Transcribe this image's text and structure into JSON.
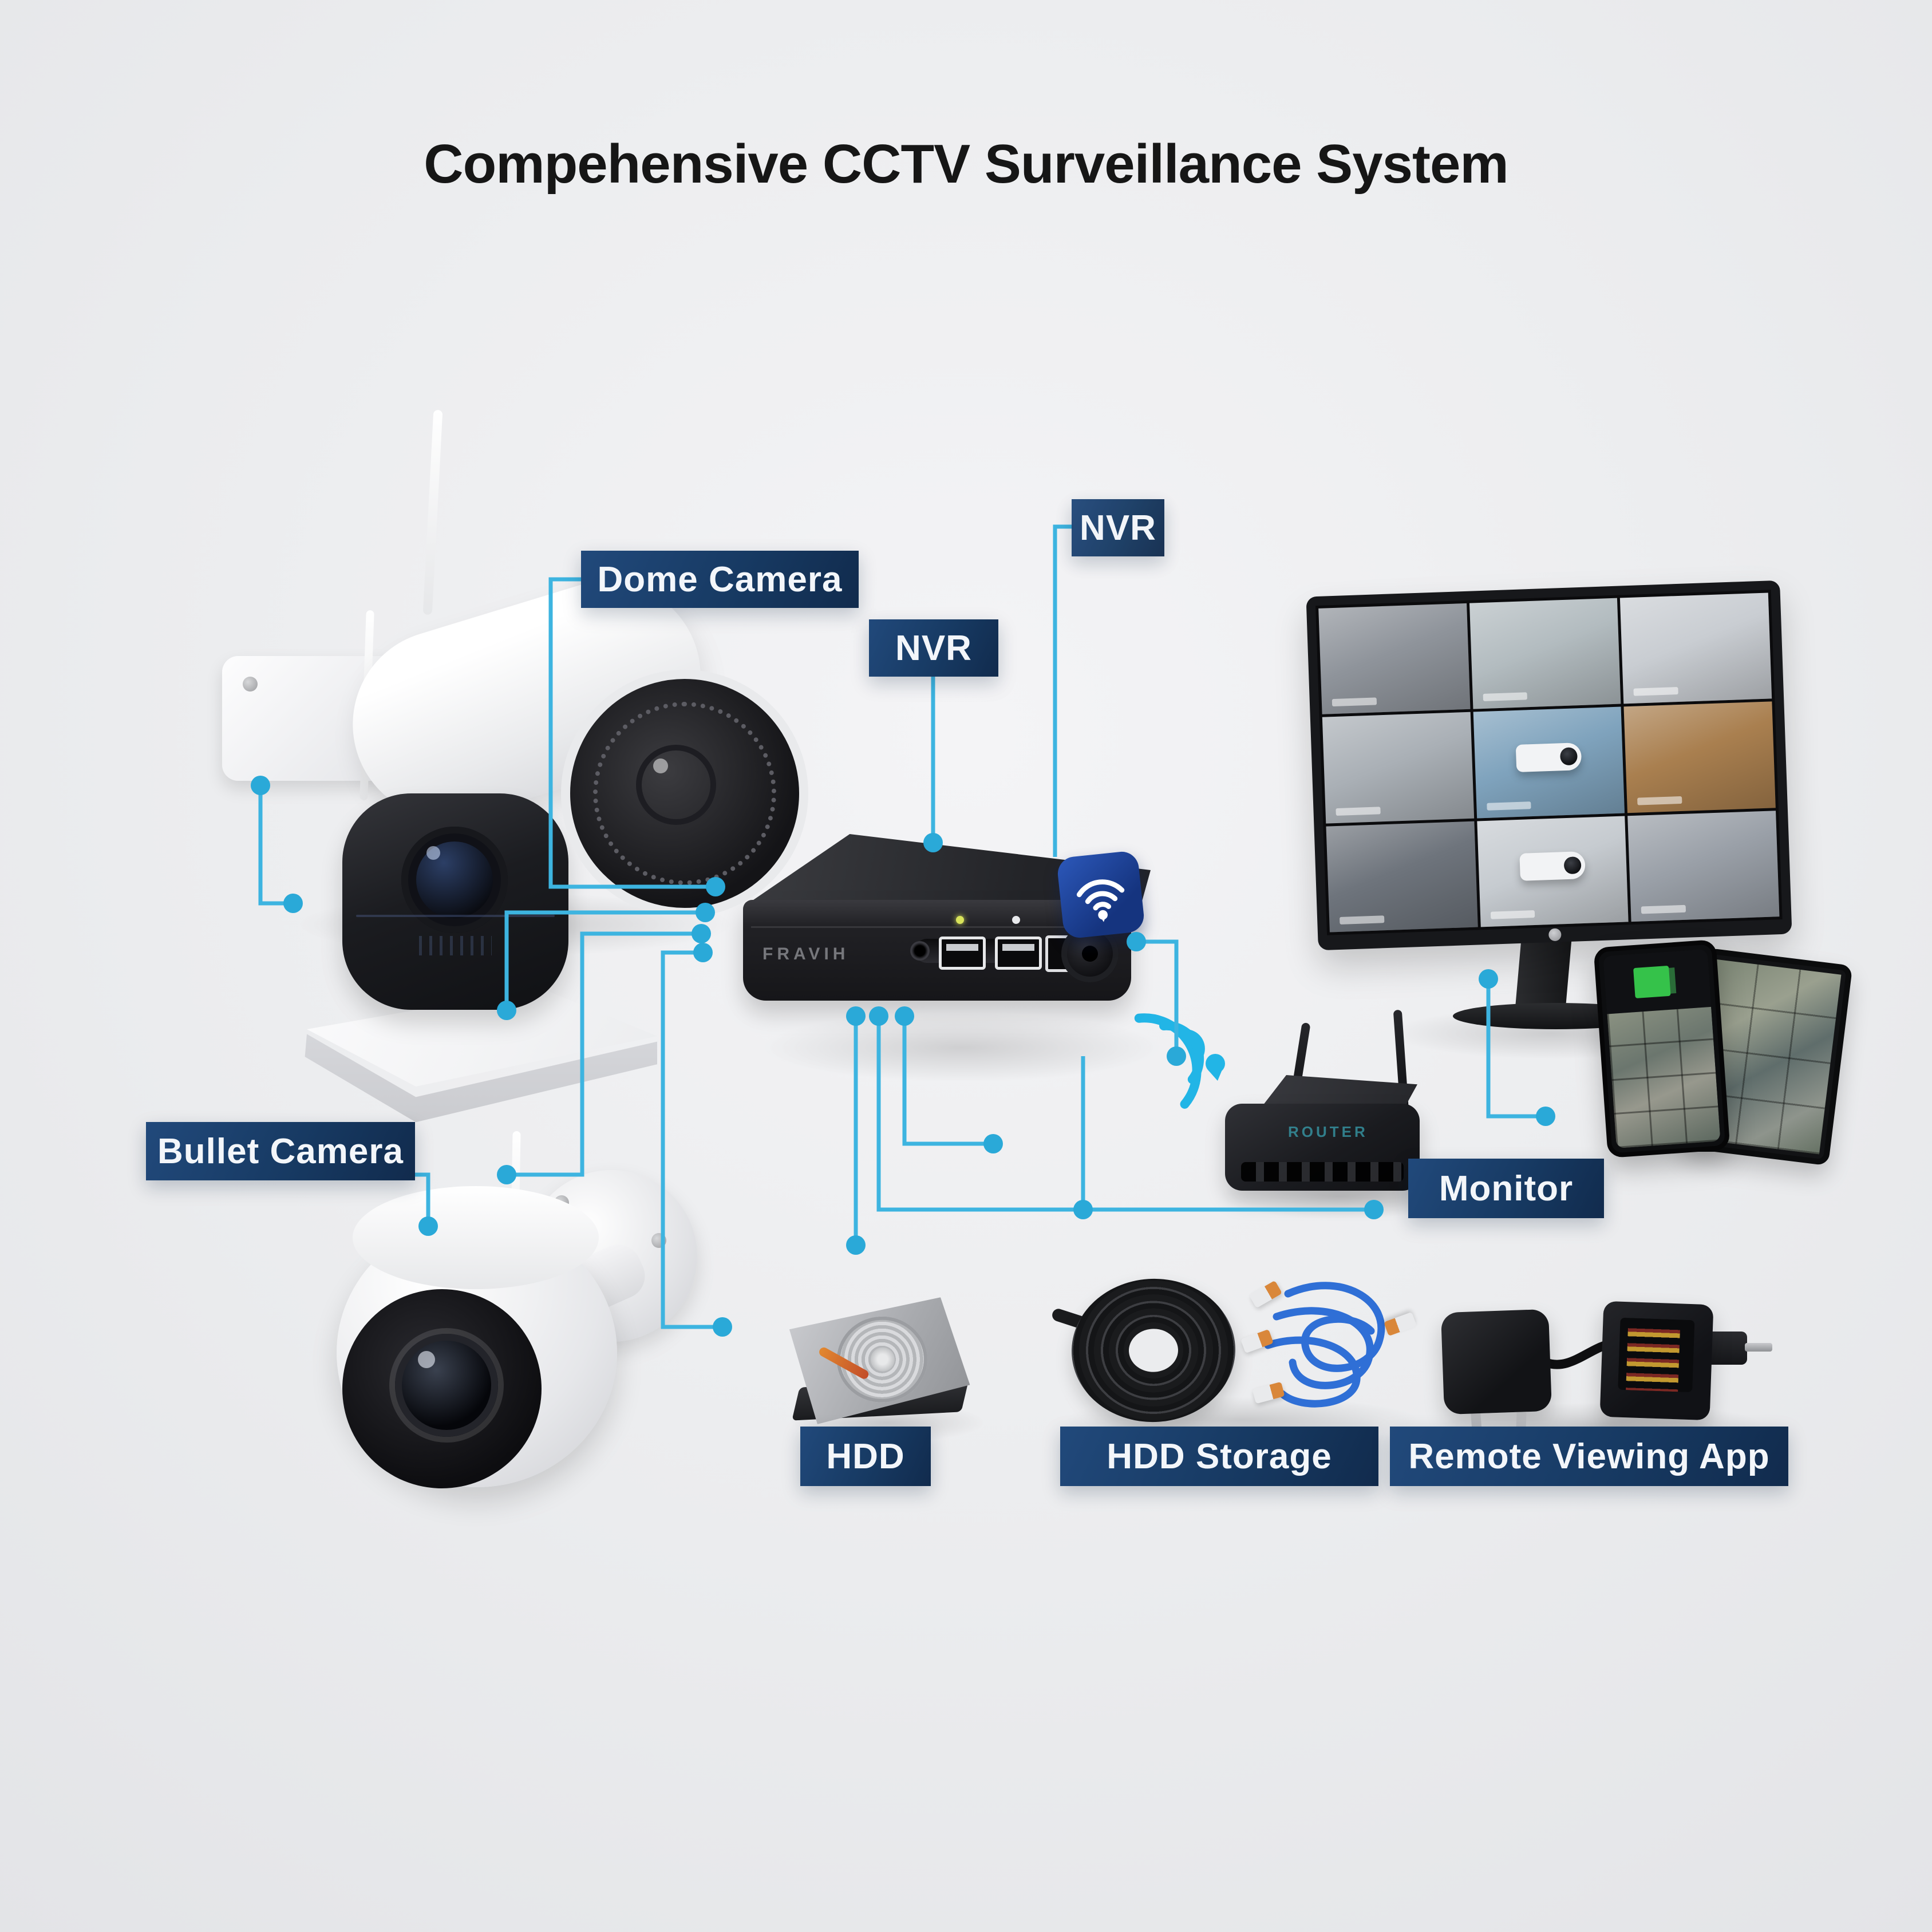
{
  "title": "Compehensive CCTV Surveillance System",
  "labels": {
    "dome_camera": "Dome Camera",
    "nvr_top": "NVR",
    "nvr": "NVR",
    "bullet_camera": "Bullet Camera",
    "monitor": "Monitor",
    "hdd": "HDD",
    "hdd_storage": "HDD Storage",
    "remote_viewing_app": "Remote Viewing App"
  },
  "devices": {
    "nvr": {
      "brand": "FRAVIH"
    },
    "router": {
      "brand": "ROUTER"
    },
    "monitor": {
      "feeds": [
        {
          "scene": "living room",
          "base": "#8f949b",
          "camera": false
        },
        {
          "scene": "bright window room",
          "base": "#b3bcc0",
          "camera": false
        },
        {
          "scene": "white bedroom",
          "base": "#c9cdd2",
          "camera": false
        },
        {
          "scene": "gray interior",
          "base": "#aab0b6",
          "camera": false
        },
        {
          "scene": "bullet camera on blue",
          "base": "#7fa3bd",
          "camera": true
        },
        {
          "scene": "wood floor interior",
          "base": "#a97f4f",
          "camera": false
        },
        {
          "scene": "dark window room",
          "base": "#6e747c",
          "camera": false
        },
        {
          "scene": "camera on white wall",
          "base": "#c6cbd0",
          "camera": true
        },
        {
          "scene": "office room",
          "base": "#9aa0a8",
          "camera": false
        }
      ]
    }
  },
  "colors": {
    "background": "#ebecee",
    "connector": "#3db4e0",
    "dot": "#2aa9d8",
    "label_bg": "#173a63",
    "badge_blue": "#1c49a8",
    "wifi_blue": "#22b5e6",
    "title_text": "#161616"
  }
}
